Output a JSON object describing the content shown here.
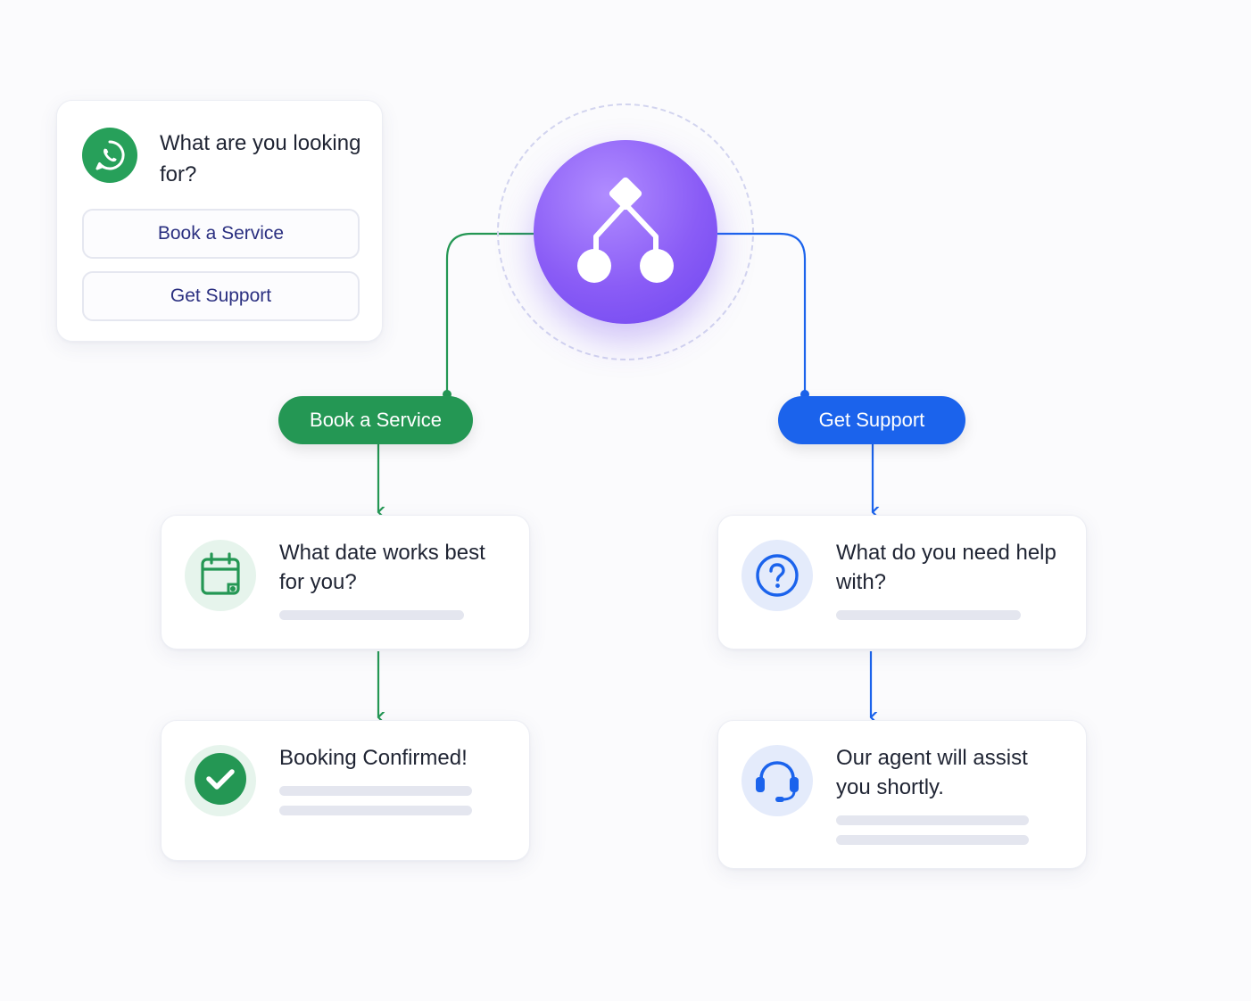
{
  "colors": {
    "whatsapp": "#27a05a",
    "book_branch": "#249754",
    "support_branch": "#1b63ec",
    "hub_gradient_start": "#b08cff",
    "hub_gradient_end": "#6e45ef",
    "hub_ring": "#d2d4ef"
  },
  "chat": {
    "icon": "whatsapp-icon",
    "question": "What are you looking for?",
    "options": [
      "Book a Service",
      "Get Support"
    ]
  },
  "hub": {
    "icon": "branch-split-icon"
  },
  "branches": {
    "book": {
      "label": "Book a Service",
      "steps": [
        {
          "icon": "calendar-icon",
          "text": "What date works best for you?"
        },
        {
          "icon": "check-circle-icon",
          "text": "Booking Confirmed!"
        }
      ]
    },
    "support": {
      "label": "Get Support",
      "steps": [
        {
          "icon": "question-circle-icon",
          "text": "What do you need help with?"
        },
        {
          "icon": "headset-icon",
          "text": "Our agent will assist you shortly."
        }
      ]
    }
  }
}
